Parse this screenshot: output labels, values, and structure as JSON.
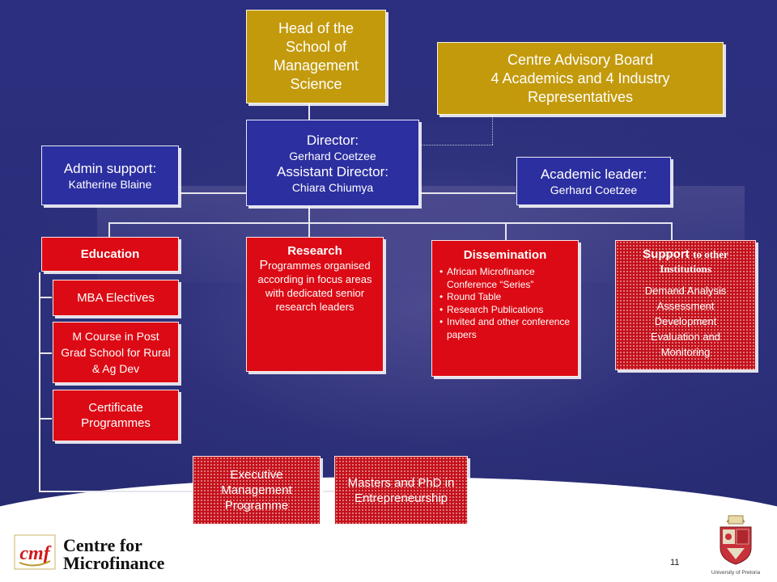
{
  "boxes": {
    "head": "Head of the School of Management Science",
    "advisory": {
      "line1": "Centre Advisory Board",
      "line2": "4 Academics and 4 Industry Representatives"
    },
    "director": {
      "title": "Director:",
      "name": "Gerhard Coetzee",
      "assistant_title": "Assistant Director:",
      "assistant_name": "Chiara Chiumya"
    },
    "admin": {
      "title": "Admin support:",
      "name": "Katherine Blaine"
    },
    "academic": {
      "title": "Academic leader:",
      "name": "Gerhard Coetzee"
    },
    "education": "Education",
    "mba": "MBA Electives",
    "mcourse": "M Course in Post Grad School for Rural & Ag Dev",
    "certificate": "Certificate Programmes",
    "research": {
      "title": "Research",
      "body": "Programmes organised according in focus areas with dedicated senior research leaders",
      "first_letter": "P"
    },
    "dissemination": {
      "title": "Dissemination",
      "items": [
        "African Microfinance Conference “Series”",
        "Round Table",
        "Research Publications",
        "Invited and other conference papers"
      ]
    },
    "support": {
      "title": "Support",
      "title_suffix": "to other Institutions",
      "body": "Demand Analysis Assessment Development Evaluation and Monitoring"
    },
    "executive": "Executive Management Programme",
    "masters": "Masters and PhD in Entrepreneurship"
  },
  "footer": {
    "logo_line1": "Centre for",
    "logo_line2": "Microfinance",
    "logo_mark": "cmf",
    "page_number": "11",
    "university": "University of Pretoria"
  },
  "colors": {
    "background": "#2b2f7e",
    "gold": "#c39a0c",
    "navy": "#2c2fa0",
    "red": "#dc0a14"
  }
}
